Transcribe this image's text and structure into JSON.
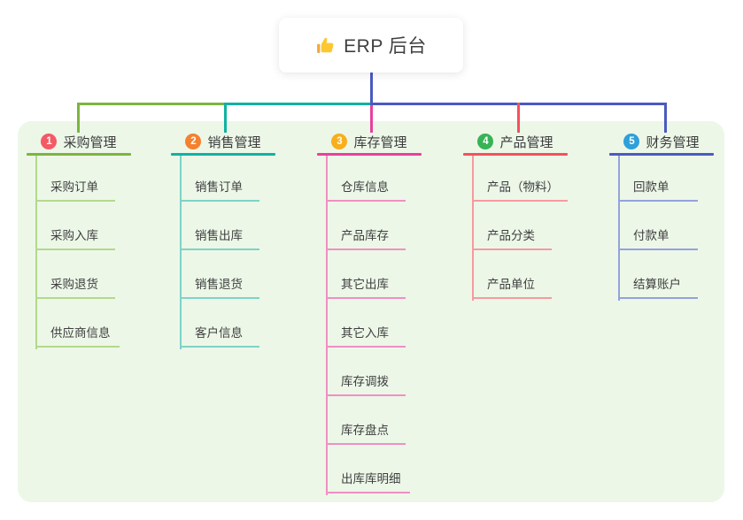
{
  "root": {
    "label": "ERP 后台",
    "icon": "thumbs-up-icon",
    "connector_color": "#4a5ac0"
  },
  "panel": {
    "background": "#ecf7e8"
  },
  "branches": [
    {
      "index": "1",
      "label": "采购管理",
      "badge_color": "#f45a65",
      "line_color": "#7cb53e",
      "child_line_color": "#b3d98c",
      "children": [
        "采购订单",
        "采购入库",
        "采购退货",
        "供应商信息"
      ]
    },
    {
      "index": "2",
      "label": "销售管理",
      "badge_color": "#f5802e",
      "line_color": "#10b2a2",
      "child_line_color": "#7fd3c6",
      "children": [
        "销售订单",
        "销售出库",
        "销售退货",
        "客户信息"
      ]
    },
    {
      "index": "3",
      "label": "库存管理",
      "badge_color": "#f9ae1b",
      "line_color": "#e8409d",
      "child_line_color": "#f08fc4",
      "children": [
        "仓库信息",
        "产品库存",
        "其它出库",
        "其它入库",
        "库存调拨",
        "库存盘点",
        "出库库明细"
      ]
    },
    {
      "index": "4",
      "label": "产品管理",
      "badge_color": "#37b355",
      "line_color": "#f4515c",
      "child_line_color": "#f79aa0",
      "children": [
        "产品（物料）",
        "产品分类",
        "产品单位"
      ]
    },
    {
      "index": "5",
      "label": "财务管理",
      "badge_color": "#2fa0d9",
      "line_color": "#4a5ac0",
      "child_line_color": "#94a2dc",
      "children": [
        "回款单",
        "付款单",
        "结算账户"
      ]
    }
  ]
}
